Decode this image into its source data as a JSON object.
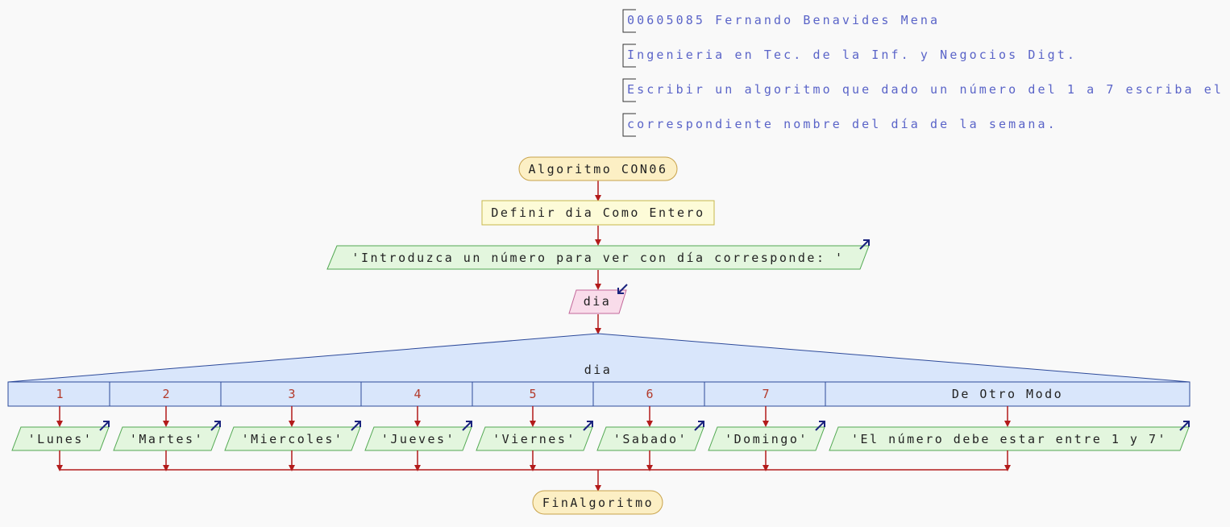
{
  "comments": [
    "00605085 Fernando Benavides Mena",
    "Ingenieria en Tec. de la Inf. y Negocios Digt.",
    "Escribir un algoritmo que dado un número del 1 a 7 escriba el",
    "correspondiente nombre del día de la semana."
  ],
  "start": "Algoritmo CON06",
  "define": "Definir dia Como Entero",
  "prompt": "'Introduzca un número para ver con día corresponde: '",
  "read_var": "dia",
  "switch": {
    "variable": "dia",
    "cases": [
      {
        "label": "1",
        "output": "'Lunes'"
      },
      {
        "label": "2",
        "output": "'Martes'"
      },
      {
        "label": "3",
        "output": "'Miercoles'"
      },
      {
        "label": "4",
        "output": "'Jueves'"
      },
      {
        "label": "5",
        "output": "'Viernes'"
      },
      {
        "label": "6",
        "output": "'Sabado'"
      },
      {
        "label": "7",
        "output": "'Domingo'"
      },
      {
        "label": "De Otro Modo",
        "output": "'El número debe estar entre 1 y 7'"
      }
    ]
  },
  "end": "FinAlgoritmo",
  "colors": {
    "line": "#b31b1b",
    "terminator_fill": "#fcefc4",
    "terminator_stroke": "#c8a24a",
    "define_fill": "#fdfbd8",
    "define_stroke": "#c8b84a",
    "output_fill": "#e3f6de",
    "output_stroke": "#52a852",
    "input_fill": "#f9dcea",
    "input_stroke": "#c2689a",
    "switch_fill": "#d9e6fb",
    "switch_stroke": "#2d4a9a",
    "comment_text": "#5a64c8",
    "case_text": "#b33a2a",
    "arrow_icon": "#1a237e"
  }
}
